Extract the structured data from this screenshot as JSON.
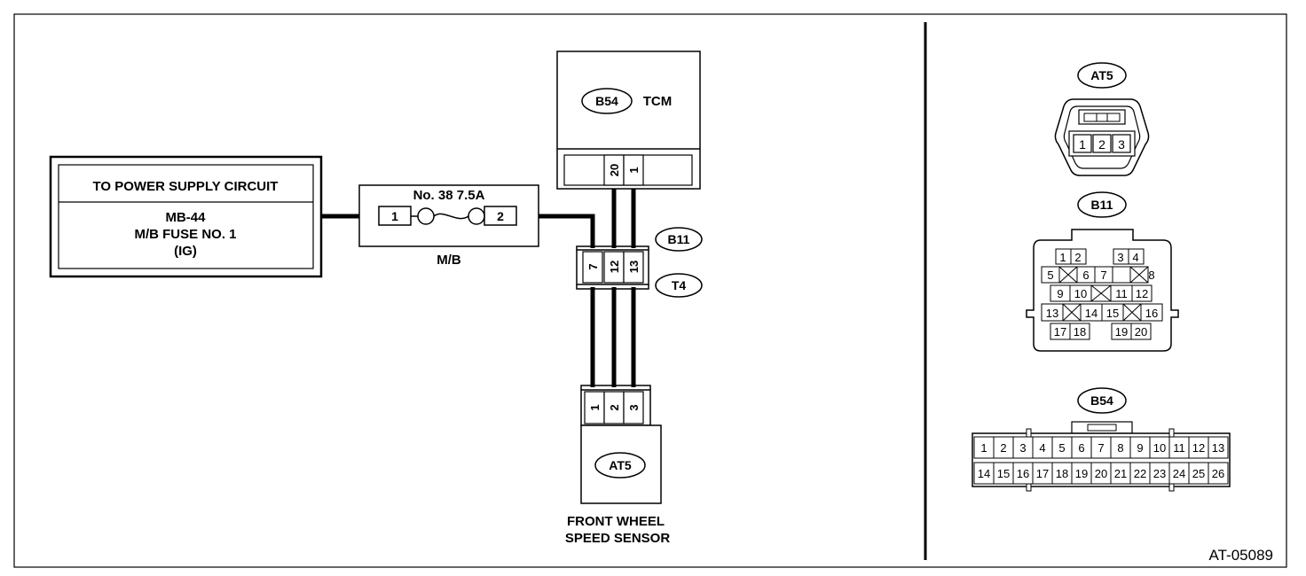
{
  "figure_id": "AT-05089",
  "power": {
    "title": "TO POWER SUPPLY CIRCUIT",
    "line1": "MB-44",
    "line2": "M/B FUSE NO. 1",
    "line3": "(IG)"
  },
  "fuse": {
    "label": "No. 38 7.5A",
    "pin_left": "1",
    "pin_right": "2",
    "box_label": "M/B"
  },
  "tcm": {
    "connector": "B54",
    "name": "TCM",
    "pins": [
      "20",
      "1"
    ]
  },
  "joint": {
    "pins": [
      "7",
      "12",
      "13"
    ],
    "label_upper": "B11",
    "label_lower": "T4"
  },
  "sensor": {
    "pins": [
      "1",
      "2",
      "3"
    ],
    "connector": "AT5",
    "name_line1": "FRONT WHEEL",
    "name_line2": "SPEED SENSOR"
  },
  "conn_at5": {
    "label": "AT5",
    "pins": [
      "1",
      "2",
      "3"
    ]
  },
  "conn_b11": {
    "label": "B11",
    "row1": [
      "1",
      "2",
      "3",
      "4"
    ],
    "row2": [
      "5",
      "6",
      "7",
      "8"
    ],
    "row3": [
      "9",
      "10",
      "11",
      "12"
    ],
    "row4": [
      "13",
      "14",
      "15",
      "16"
    ],
    "row5": [
      "17",
      "18",
      "19",
      "20"
    ]
  },
  "conn_b54": {
    "label": "B54",
    "top": [
      "1",
      "2",
      "3",
      "4",
      "5",
      "6",
      "7",
      "8",
      "9",
      "10",
      "11",
      "12",
      "13"
    ],
    "bottom": [
      "14",
      "15",
      "16",
      "17",
      "18",
      "19",
      "20",
      "21",
      "22",
      "23",
      "24",
      "25",
      "26"
    ]
  }
}
